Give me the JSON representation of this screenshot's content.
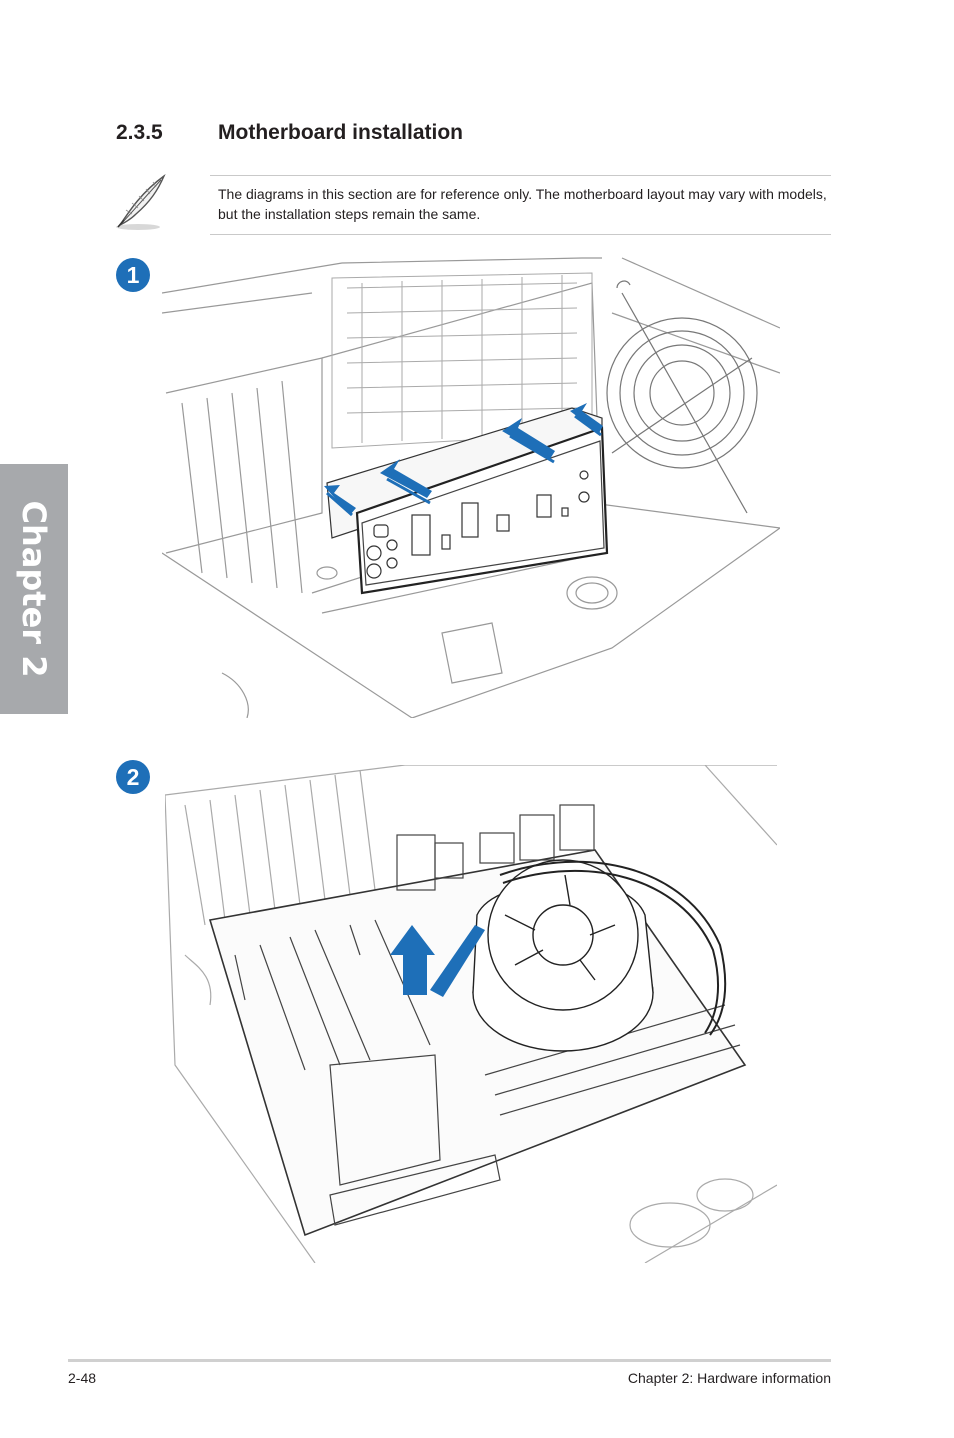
{
  "chapter_tab": {
    "label": "Chapter 2"
  },
  "section": {
    "number": "2.3.5",
    "title": "Motherboard installation"
  },
  "note": {
    "icon": "feather-pen-icon",
    "text": "The diagrams in this section are for reference only. The motherboard layout may vary with models, but the installation steps remain the same."
  },
  "steps": [
    {
      "number": "1",
      "illustration": "io-shield-installation"
    },
    {
      "number": "2",
      "illustration": "motherboard-placement"
    }
  ],
  "footer": {
    "page_number": "2-48",
    "chapter_title": "Chapter 2: Hardware information"
  },
  "colors": {
    "accent": "#1e6fb8",
    "tab": "#a7a9ac"
  }
}
